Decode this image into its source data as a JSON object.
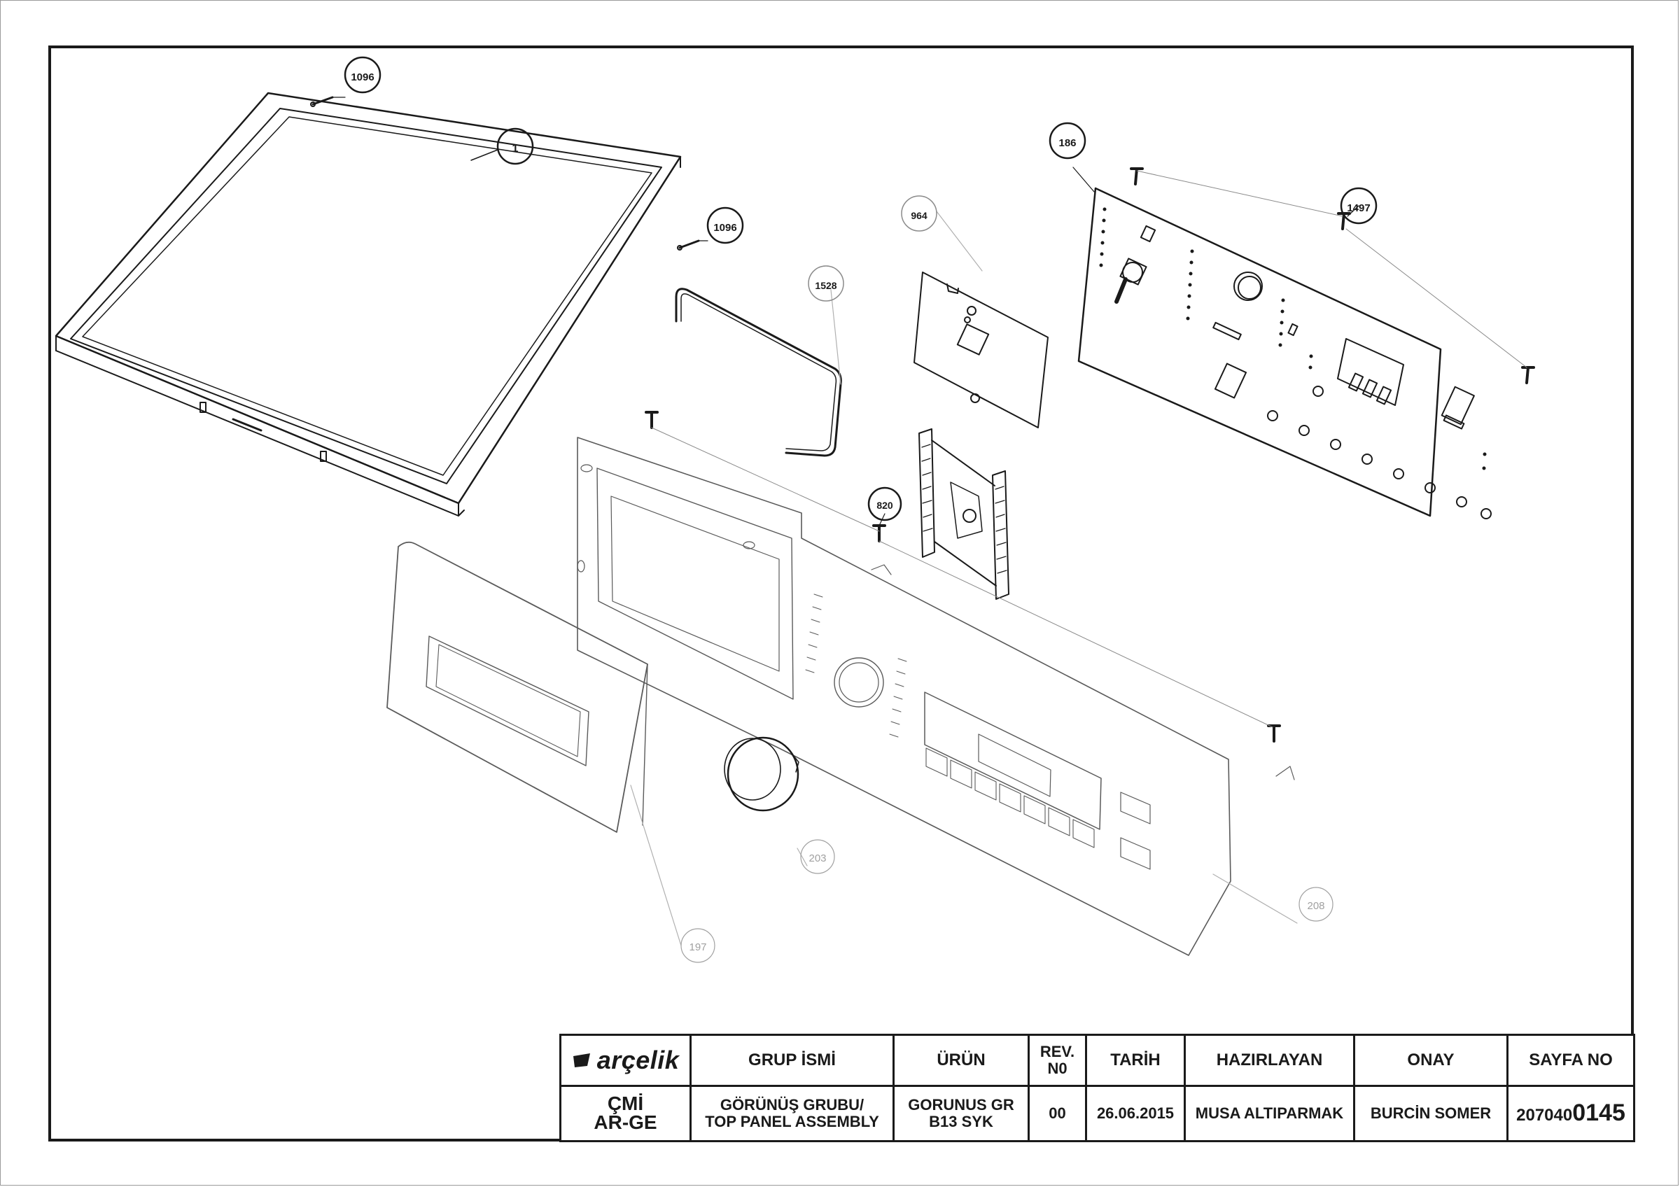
{
  "callouts": [
    {
      "id": "c1096a",
      "label": "1096",
      "style": "bold"
    },
    {
      "id": "c1",
      "label": "1",
      "style": "bold"
    },
    {
      "id": "c1096b",
      "label": "1096",
      "style": "bold"
    },
    {
      "id": "c1528",
      "label": "1528",
      "style": "plain"
    },
    {
      "id": "c964",
      "label": "964",
      "style": "plain"
    },
    {
      "id": "c186",
      "label": "186",
      "style": "bold"
    },
    {
      "id": "c1497",
      "label": "1497",
      "style": "bold"
    },
    {
      "id": "c820",
      "label": "820",
      "style": "bold"
    },
    {
      "id": "c203",
      "label": "203",
      "style": "faint"
    },
    {
      "id": "c197",
      "label": "197",
      "style": "faint"
    },
    {
      "id": "c208",
      "label": "208",
      "style": "faint"
    }
  ],
  "title_block": {
    "brand": "arçelik",
    "headers": {
      "group_name": "GRUP İSMİ",
      "product": "ÜRÜN",
      "revision": "REV. N0",
      "date": "TARİH",
      "prepared_by": "HAZIRLAYAN",
      "approval": "ONAY",
      "page_no": "SAYFA NO"
    },
    "department_line1": "ÇMİ",
    "department_line2": "AR-GE",
    "group_name_line1": "GÖRÜNÜŞ GRUBU/",
    "group_name_line2": "TOP PANEL ASSEMBLY",
    "product_line1": "GORUNUS GR",
    "product_line2": "B13 SYK",
    "revision": "00",
    "date": "26.06.2015",
    "prepared_by": "MUSA ALTIPARMAK",
    "approval": "BURCİN SOMER",
    "page_no_prefix": "207040",
    "page_no_suffix": "0145"
  },
  "colors": {
    "line": "#1a1a1a",
    "faint_line": "#9a9a9a",
    "background": "#ffffff"
  }
}
